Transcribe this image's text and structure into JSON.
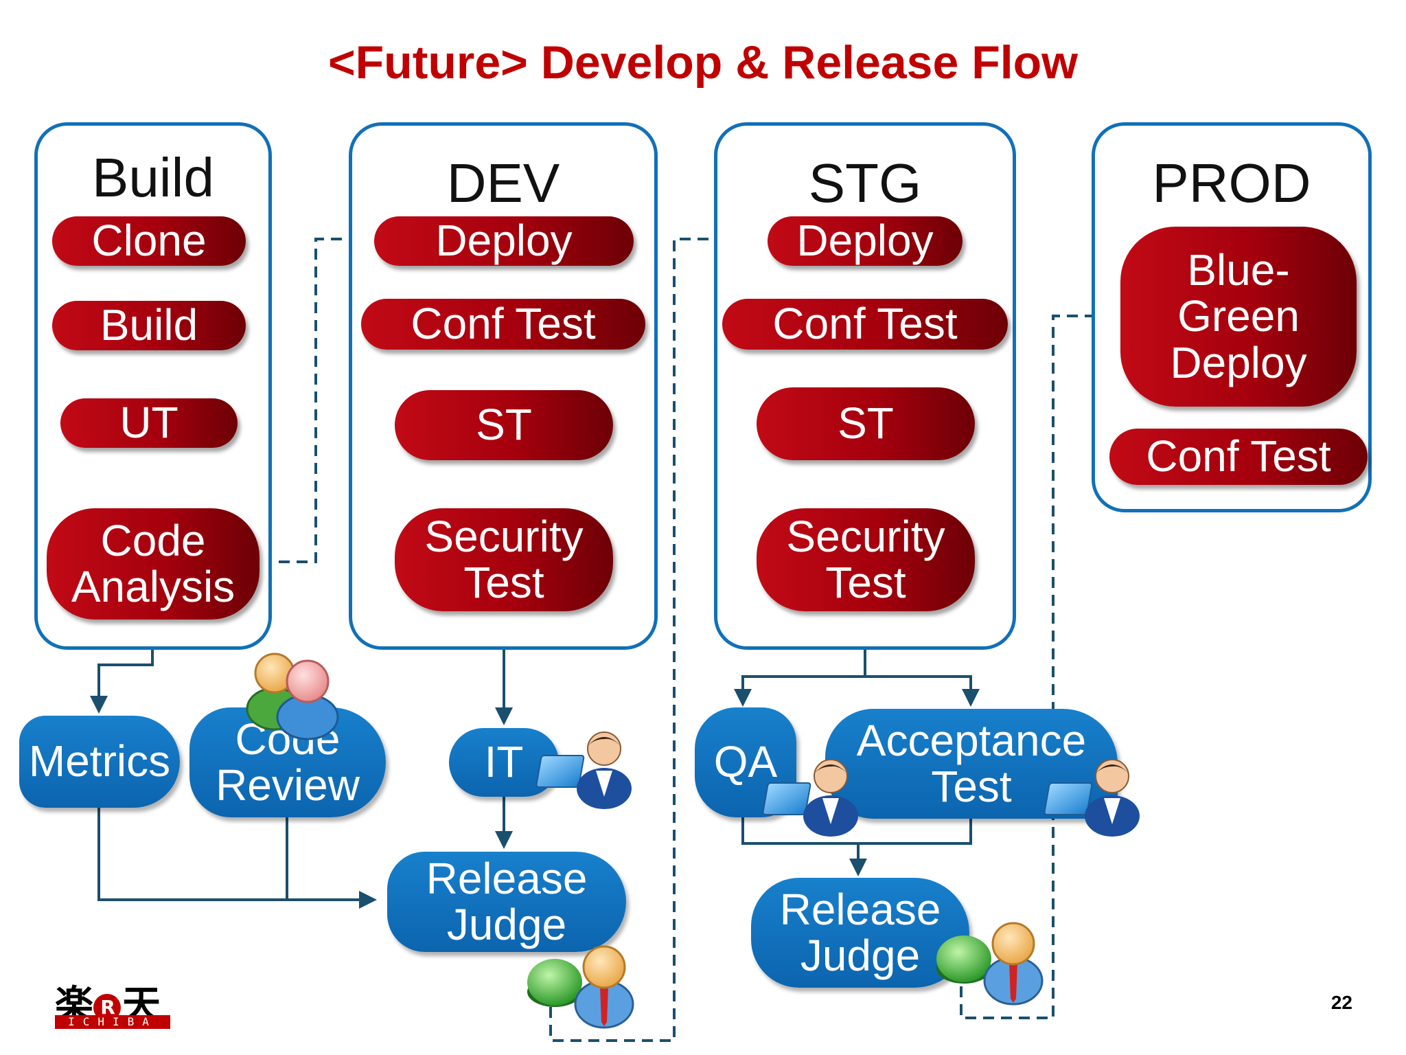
{
  "title": "<Future> Develop & Release Flow",
  "page_number": "22",
  "logo": {
    "kanji_left": "楽",
    "r_mark": "R",
    "kanji_right": "天",
    "subtext": "ICHIBA"
  },
  "stages": {
    "build": {
      "label": "Build",
      "steps": [
        "Clone",
        "Build",
        "UT",
        "Code\nAnalysis"
      ]
    },
    "dev": {
      "label": "DEV",
      "steps": [
        "Deploy",
        "Conf Test",
        "ST",
        "Security\nTest"
      ]
    },
    "stg": {
      "label": "STG",
      "steps": [
        "Deploy",
        "Conf Test",
        "ST",
        "Security\nTest"
      ]
    },
    "prod": {
      "label": "PROD",
      "steps": [
        "Blue-\nGreen\nDeploy",
        "Conf Test"
      ]
    }
  },
  "gates": {
    "metrics": "Metrics",
    "code_review": "Code\nReview",
    "it": "IT",
    "release_judge_dev": "Release\nJudge",
    "qa": "QA",
    "acceptance_test": "Acceptance\nTest",
    "release_judge_stg": "Release\nJudge"
  },
  "colors": {
    "title": "#c00000",
    "stage_border": "#1170b8",
    "step_red": "#a5000d",
    "gate_blue": "#0c64ae",
    "connector": "#1a4f6e",
    "approve_green": "#3cb043"
  },
  "icons": [
    "people-icon",
    "person-computer-icon",
    "approver-icon",
    "green-button-icon"
  ]
}
